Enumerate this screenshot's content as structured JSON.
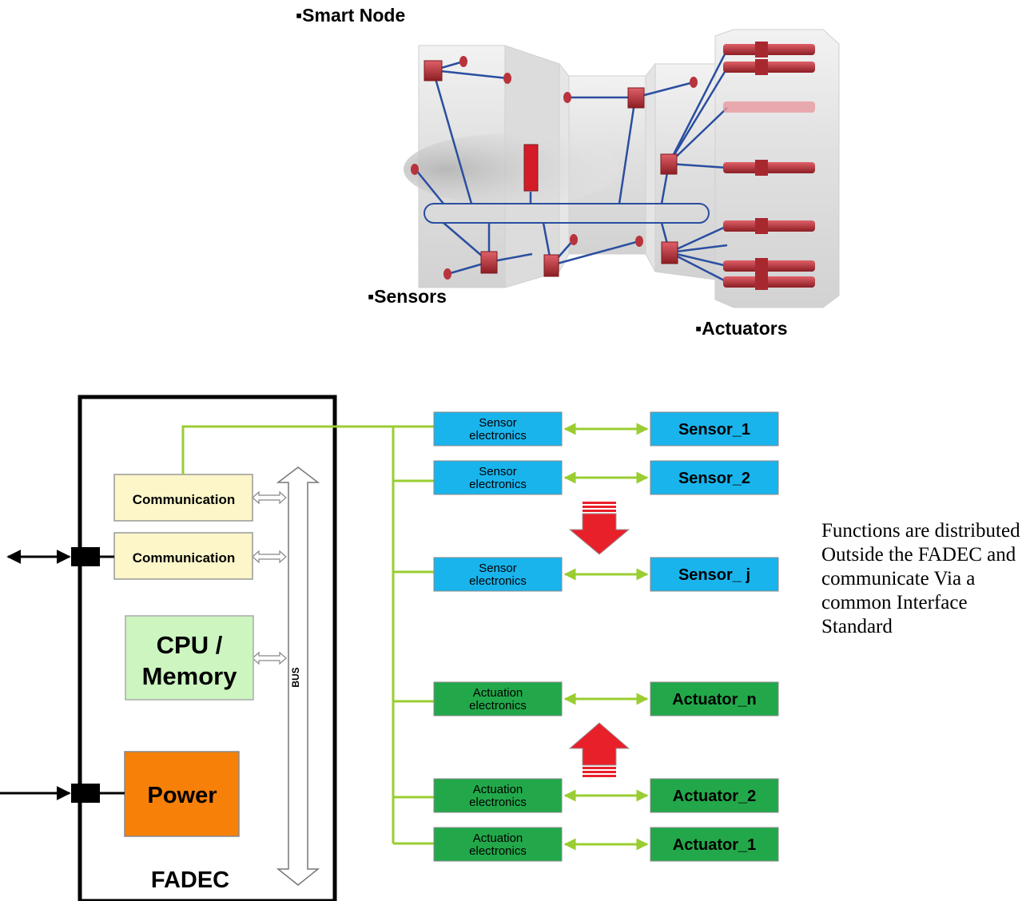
{
  "engine_labels": {
    "smart_node": "▪Smart Node",
    "sensors": "▪Sensors",
    "actuators": "▪Actuators"
  },
  "fadec": {
    "title": "FADEC",
    "bus_label": "BUS",
    "blocks": {
      "communication_1": "Communication",
      "communication_2": "Communication",
      "cpu_line1": "CPU /",
      "cpu_line2": "Memory",
      "power": "Power"
    }
  },
  "sensor_rows": [
    {
      "electronics_line1": "Sensor",
      "electronics_line2": "electronics",
      "device": "Sensor_1"
    },
    {
      "electronics_line1": "Sensor",
      "electronics_line2": "electronics",
      "device": "Sensor_2"
    },
    {
      "electronics_line1": "Sensor",
      "electronics_line2": "electronics",
      "device": "Sensor_ j"
    }
  ],
  "actuator_rows": [
    {
      "electronics_line1": "Actuation",
      "electronics_line2": "electronics",
      "device": "Actuator_n"
    },
    {
      "electronics_line1": "Actuation",
      "electronics_line2": "electronics",
      "device": "Actuator_2"
    },
    {
      "electronics_line1": "Actuation",
      "electronics_line2": "electronics",
      "device": "Actuator_1"
    }
  ],
  "note": "Functions are distributed Outside the FADEC and communicate Via a common Interface Standard",
  "colors": {
    "sensor_box": "#1ab4ec",
    "actuator_box": "#22a84a",
    "line_green": "#9acd32",
    "communication_box": "#fdf6c8",
    "cpu_box": "#ccf5c0",
    "power_box": "#f68008",
    "red_arrow": "#e8202a",
    "node_red": "#b8343c",
    "wire_blue": "#2a4ea0"
  }
}
